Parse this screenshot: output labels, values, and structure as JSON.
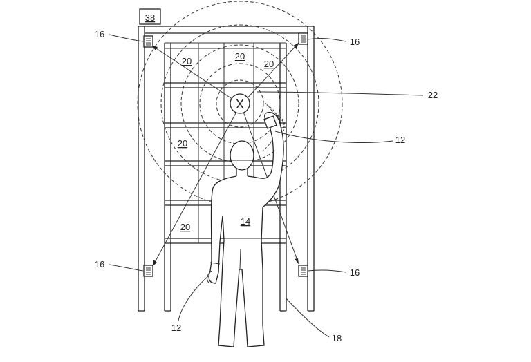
{
  "figure": {
    "box_label": "38",
    "target_mark": "X",
    "labels": {
      "sensor_tl": "16",
      "sensor_tr": "16",
      "sensor_bl": "16",
      "sensor_br": "16",
      "zone": "22",
      "hand_device": "12",
      "wrist_device": "12",
      "person": "14",
      "rack": "18",
      "bin_top_left": "20",
      "bin_top_mid": "20",
      "bin_top_right": "20",
      "bin_mid_left": "20",
      "bin_low_left": "20"
    }
  }
}
